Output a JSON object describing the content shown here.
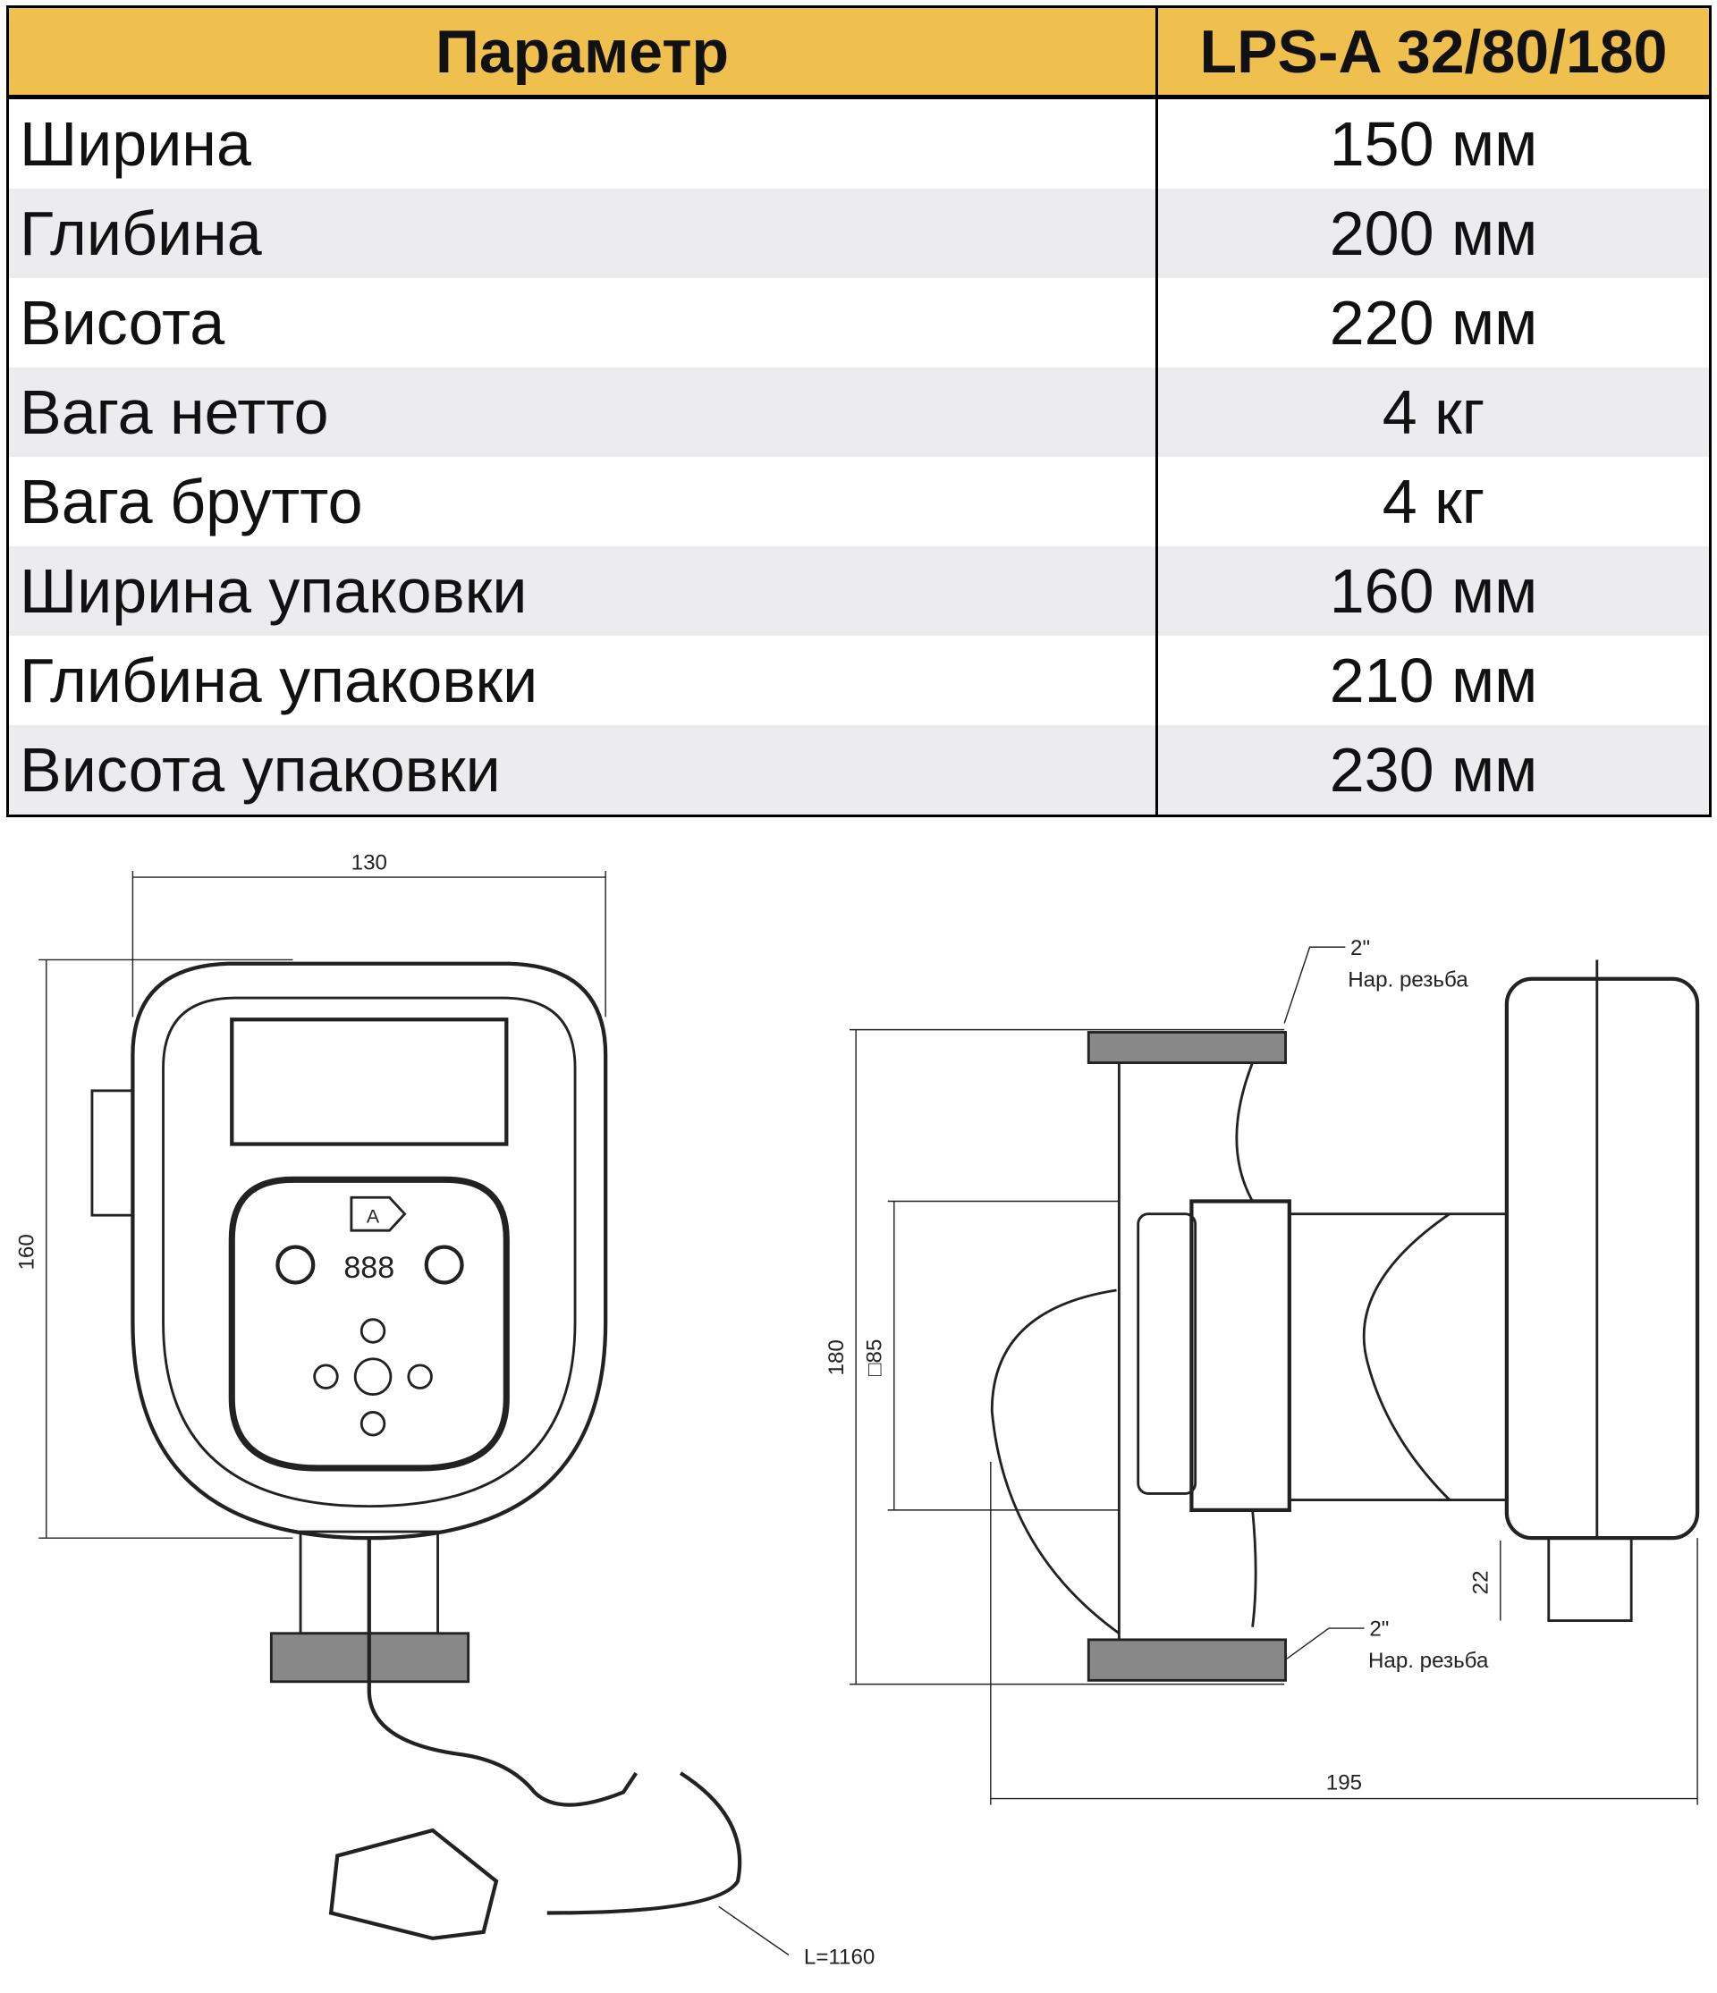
{
  "table": {
    "headers": [
      "Параметр",
      "LPS-A 32/80/180"
    ],
    "rows": [
      {
        "param": "Ширина",
        "value": "150 мм"
      },
      {
        "param": "Глибина",
        "value": "200 мм"
      },
      {
        "param": "Висота",
        "value": "220 мм"
      },
      {
        "param": "Вага нетто",
        "value": "4 кг"
      },
      {
        "param": "Вага брутто",
        "value": "4 кг"
      },
      {
        "param": "Ширина упаковки",
        "value": "160 мм"
      },
      {
        "param": "Глибина упаковки",
        "value": "210 мм"
      },
      {
        "param": "Висота упаковки",
        "value": "230 мм"
      }
    ]
  },
  "drawing": {
    "front": {
      "width_dim": "130",
      "height_dim": "160",
      "display_label": "A",
      "cable_length": "L=1160"
    },
    "side": {
      "thread_top_size": "2\"",
      "thread_top_label": "Нар. резьба",
      "thread_bottom_size": "2\"",
      "thread_bottom_label": "Нар. резьба",
      "height_dim": "180",
      "flange_dim": "□85",
      "foot_dim": "22",
      "length_dim": "195"
    }
  }
}
